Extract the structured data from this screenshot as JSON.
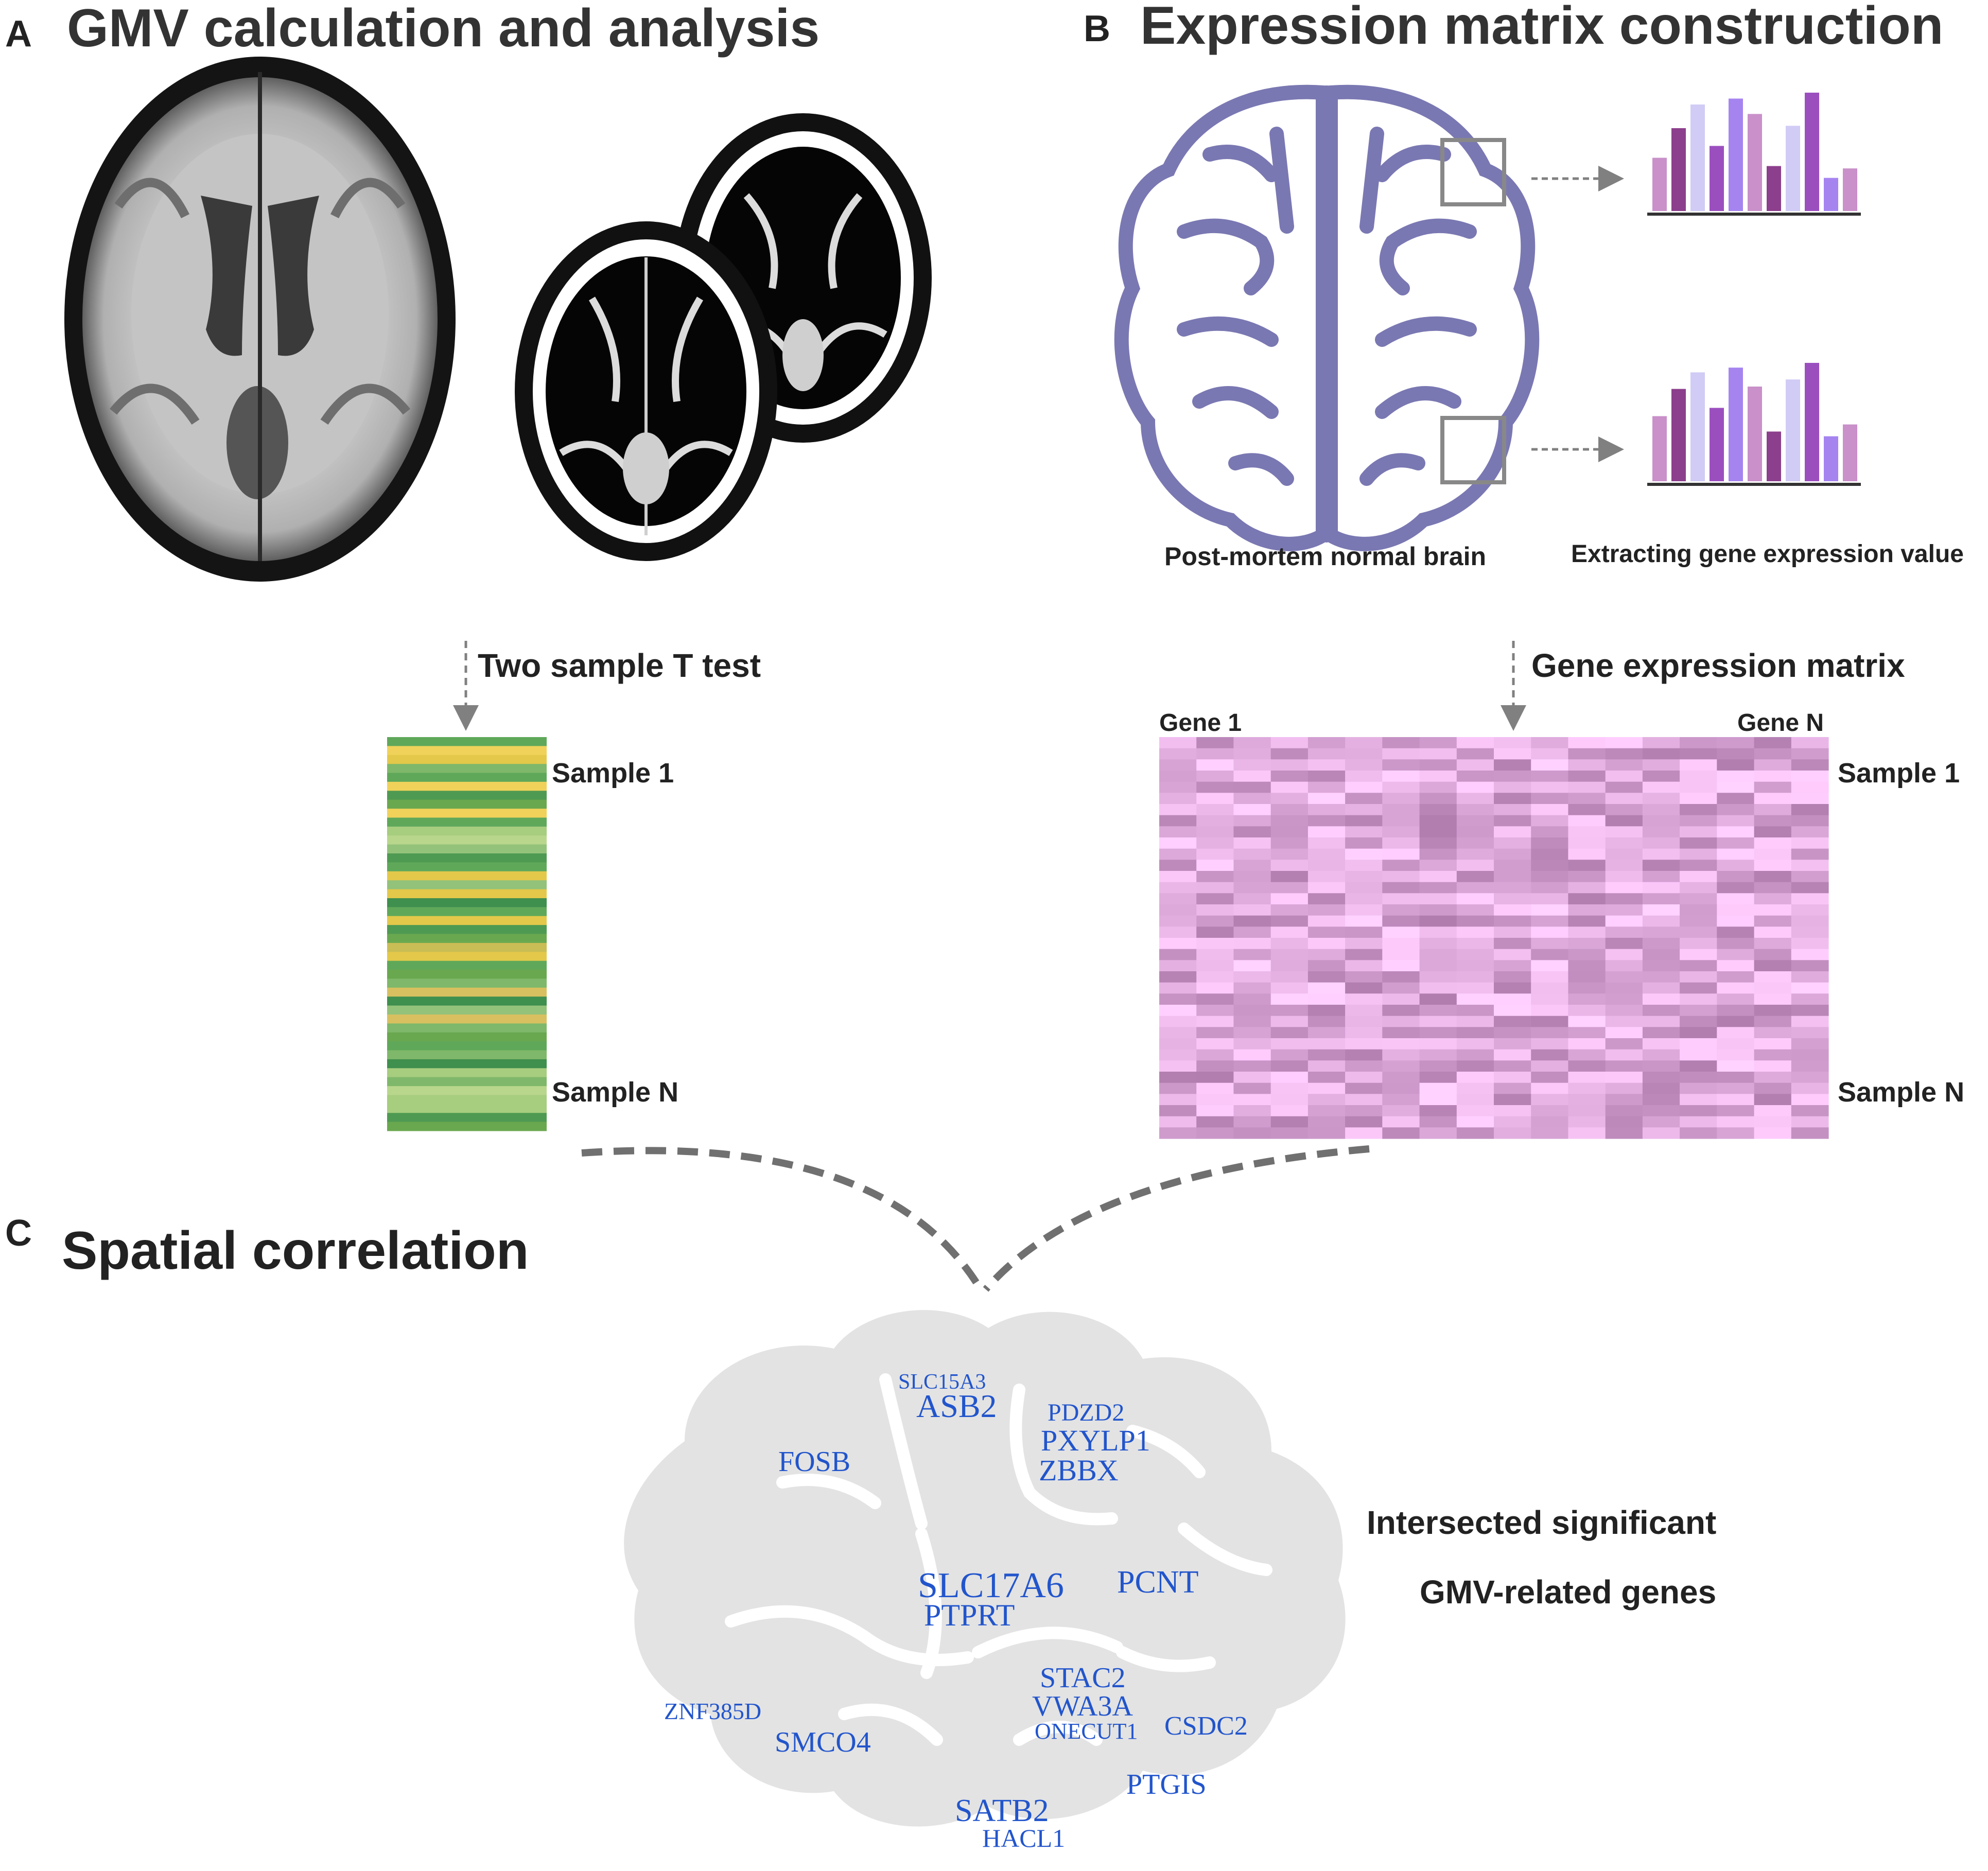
{
  "panel_a": {
    "letter": "A",
    "title": "GMV calculation and analysis",
    "test_label": "Two sample T test",
    "sample_first": "Sample 1",
    "sample_last": "Sample N"
  },
  "panel_b": {
    "letter": "B",
    "title": "Expression matrix construction",
    "brain_caption": "Post-mortem normal brain",
    "extract_caption": "Extracting gene expression value",
    "matrix_label": "Gene expression matrix",
    "gene_first": "Gene 1",
    "gene_last": "Gene N",
    "sample_first": "Sample 1",
    "sample_last": "Sample N"
  },
  "panel_c": {
    "letter": "C",
    "title": "Spatial correlation",
    "caption_line1": "Intersected significant",
    "caption_line2": "GMV-related genes",
    "genes": [
      "SLC15A3",
      "ASB2",
      "PDZD2",
      "PXYLP1",
      "ZBBX",
      "FOSB",
      "SLC17A6",
      "PTPRT",
      "PCNT",
      "STAC2",
      "VWA3A",
      "ONECUT1",
      "CSDC2",
      "ZNF385D",
      "SMCO4",
      "PTGIS",
      "SATB2",
      "HACL1"
    ]
  },
  "colors": {
    "title_text": "#333333",
    "label_text": "#222222",
    "gene_text": "#2255cc",
    "brain_outline": "#7a78b2",
    "brain_silhouette": "#e3e3e3",
    "connector": "#707070",
    "strip_green": "#6aa84f",
    "strip_yellow": "#e4c84a",
    "heatmap_base": "#c07fbf",
    "bars": [
      "#c990c9",
      "#8c3f8c",
      "#d0ccf5",
      "#a684f0",
      "#9b4fbf"
    ]
  },
  "icons": [
    "brain-outline-icon",
    "bar-chart-icon",
    "brain-silhouette-icon",
    "mri-slice-image"
  ]
}
